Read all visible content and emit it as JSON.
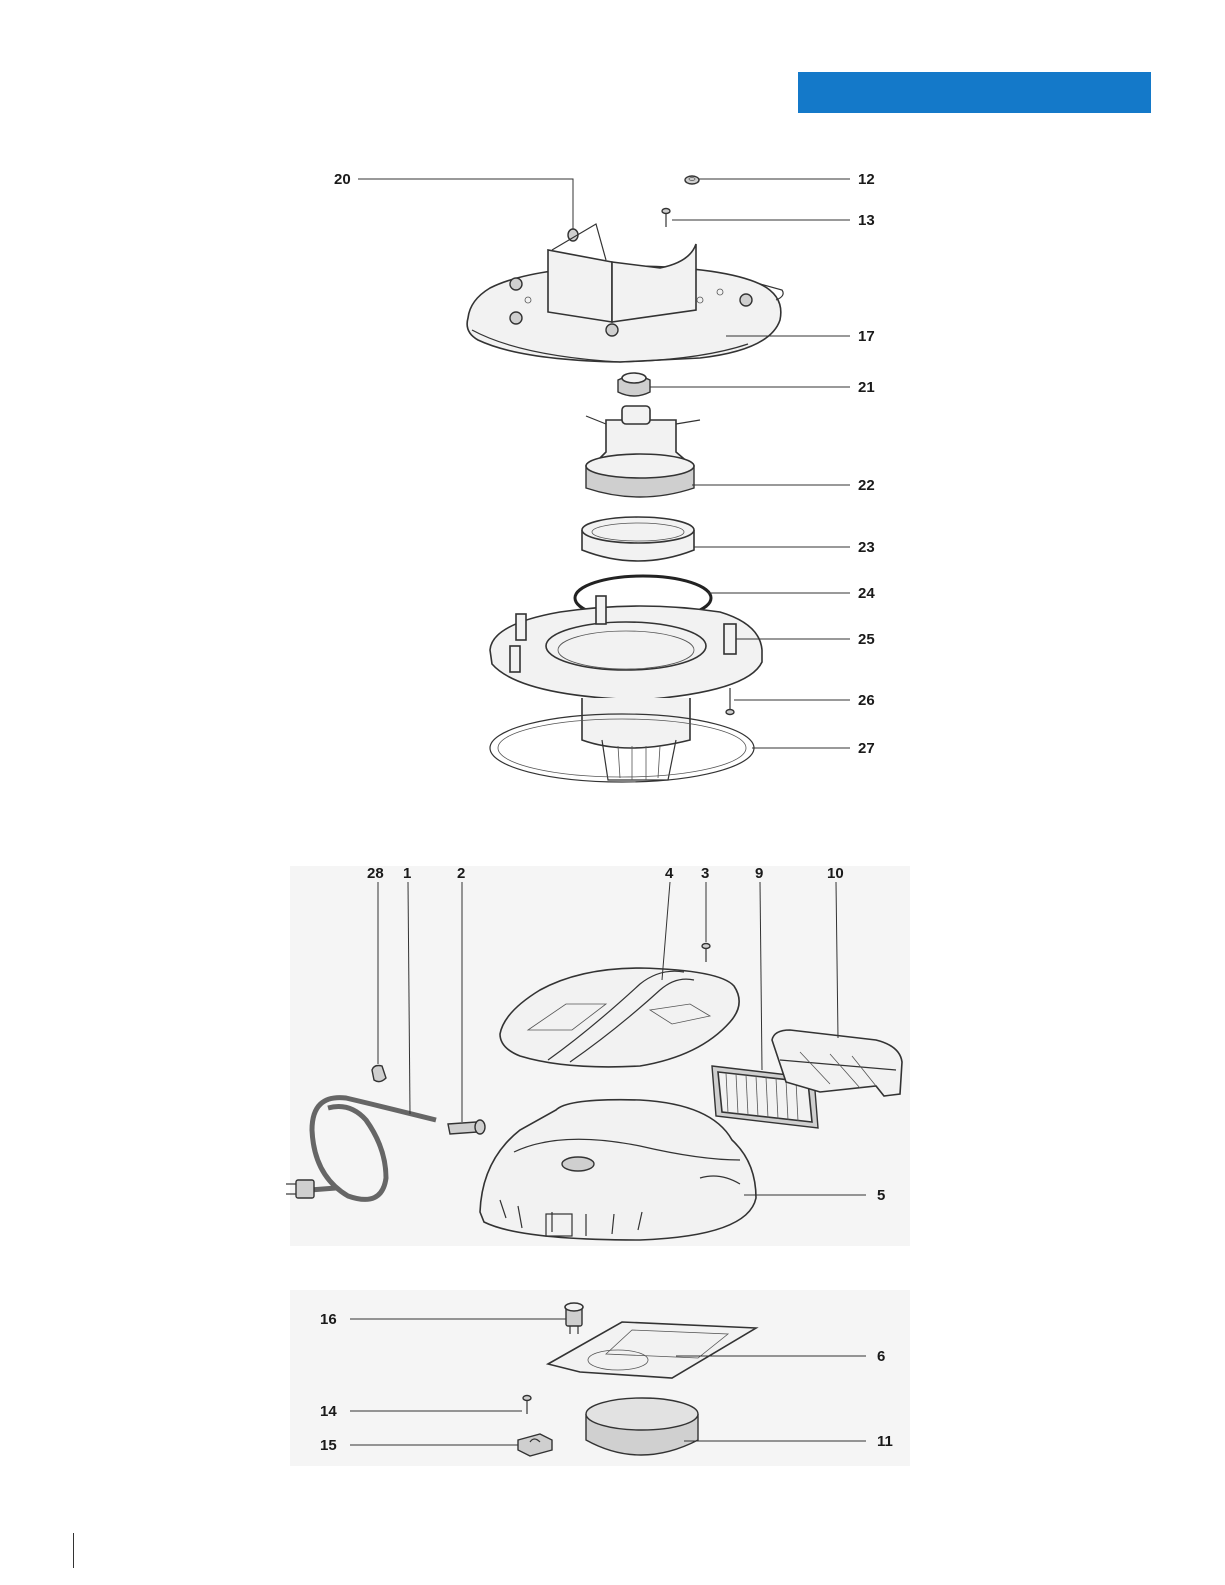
{
  "colors": {
    "header_bar": "#1479c9",
    "line": "#333333",
    "part_fill": "#f2f2f2",
    "shade_fill": "#cfcfcf",
    "photo_bg": "#f5f5f5"
  },
  "header": {
    "bar_text": ""
  },
  "assembly_top": {
    "callouts": [
      {
        "id": "c20",
        "label": "20"
      },
      {
        "id": "c12",
        "label": "12"
      },
      {
        "id": "c13",
        "label": "13"
      },
      {
        "id": "c17",
        "label": "17"
      },
      {
        "id": "c21",
        "label": "21"
      },
      {
        "id": "c22",
        "label": "22"
      },
      {
        "id": "c23",
        "label": "23"
      },
      {
        "id": "c24",
        "label": "24"
      },
      {
        "id": "c25",
        "label": "25"
      },
      {
        "id": "c26",
        "label": "26"
      },
      {
        "id": "c27",
        "label": "27"
      }
    ]
  },
  "assembly_bottom": {
    "callouts": [
      {
        "id": "c28",
        "label": "28"
      },
      {
        "id": "c1",
        "label": "1"
      },
      {
        "id": "c2",
        "label": "2"
      },
      {
        "id": "c4",
        "label": "4"
      },
      {
        "id": "c3",
        "label": "3"
      },
      {
        "id": "c9",
        "label": "9"
      },
      {
        "id": "c10",
        "label": "10"
      },
      {
        "id": "c5",
        "label": "5"
      },
      {
        "id": "c16",
        "label": "16"
      },
      {
        "id": "c6",
        "label": "6"
      },
      {
        "id": "c14",
        "label": "14"
      },
      {
        "id": "c15",
        "label": "15"
      },
      {
        "id": "c11",
        "label": "11"
      }
    ]
  }
}
